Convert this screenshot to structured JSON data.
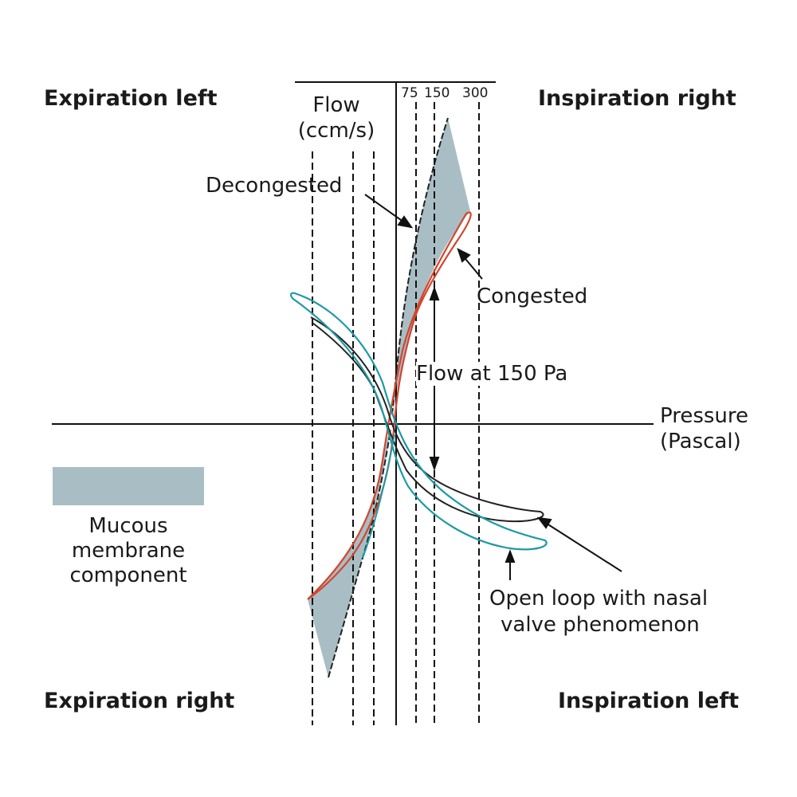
{
  "quadrants": {
    "top_left": "Expiration left",
    "top_right": "Inspiration right",
    "bottom_left": "Expiration right",
    "bottom_right": "Inspiration left"
  },
  "y_axis": {
    "label_line1": "Flow",
    "label_line2": "(ccm/s)"
  },
  "x_axis": {
    "label_line1": "Pressure",
    "label_line2": "(Pascal)"
  },
  "ticks": [
    "75",
    "150",
    "300"
  ],
  "annotations": {
    "decongested": "Decongested",
    "congested": "Congested",
    "flow_at_150": "Flow at 150 Pa",
    "open_loop_line1": "Open loop with nasal",
    "open_loop_line2": "valve phenomenon"
  },
  "legend": {
    "line1": "Mucous",
    "line2": "membrane",
    "line3": "component"
  },
  "colors": {
    "mucosa": "#a9bec4",
    "congested": "#d2462e",
    "open_loop": "#1f9aa3",
    "decongested": "#222222"
  }
}
